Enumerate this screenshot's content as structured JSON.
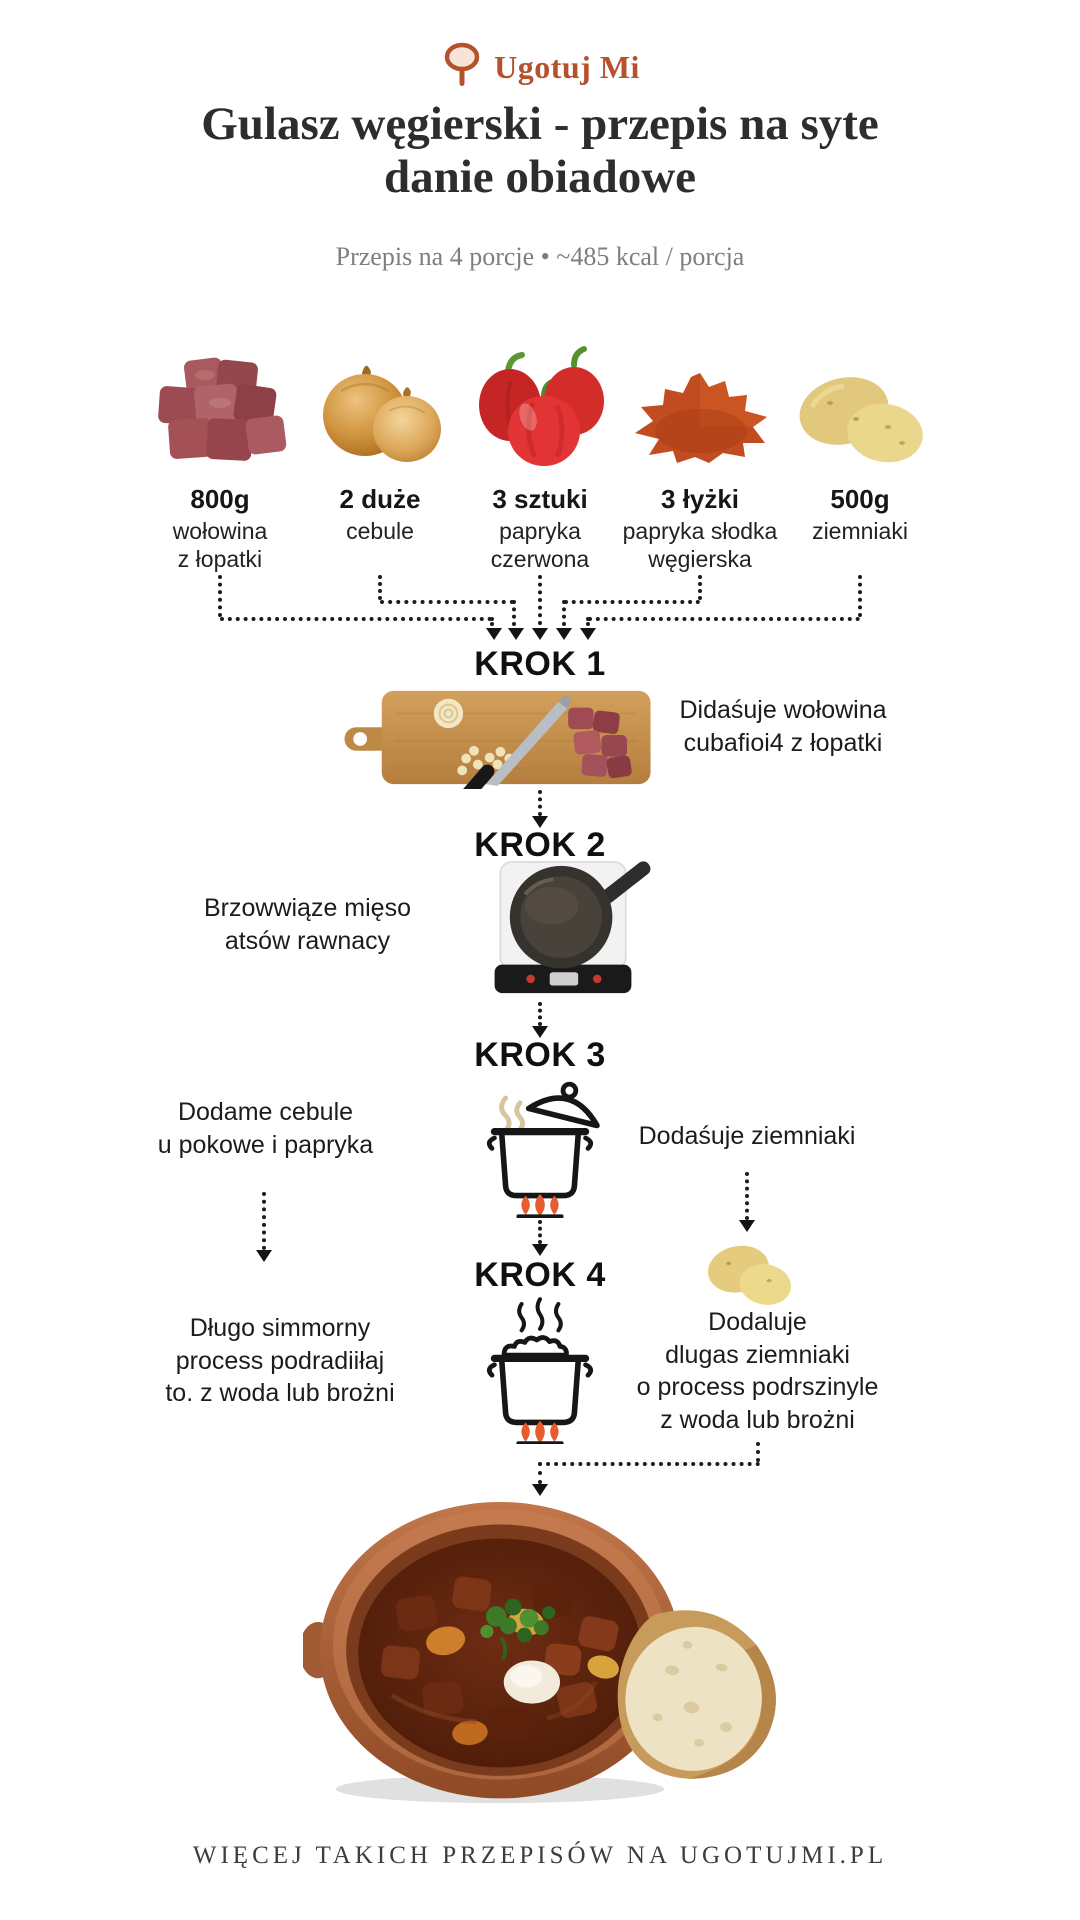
{
  "brand": {
    "name": "Ugotuj Mi",
    "logo_icon": "pan-top-view-icon"
  },
  "header": {
    "title": "Gulasz węgierski - przepis na syte\ndanie obiadowe",
    "subtitle": "Przepis na 4 porcje • ~485 kcal / porcja"
  },
  "ingredients": [
    {
      "qty": "800g",
      "name": "wołowina\nz łopatki",
      "icon": "beef-cubes-icon"
    },
    {
      "qty": "2 duże",
      "name": "cebule",
      "icon": "onions-icon"
    },
    {
      "qty": "3 sztuki",
      "name": "papryka\nczerwona",
      "icon": "red-peppers-icon"
    },
    {
      "qty": "3 łyżki",
      "name": "papryka słodka\nwęgierska",
      "icon": "paprika-powder-icon"
    },
    {
      "qty": "500g",
      "name": "ziemniaki",
      "icon": "potatoes-icon"
    }
  ],
  "steps": [
    {
      "label": "KROK 1",
      "icon": "cutting-board-icon",
      "right_text": "Didaśuje wołowina\ncubafioi4 z łopatki"
    },
    {
      "label": "KROK 2",
      "icon": "pan-on-hob-icon",
      "left_text": "Brzowwiąze mięso\natsów rawnacy"
    },
    {
      "label": "KROK 3",
      "icon": "pot-simmer-icon",
      "left_text": "Dodame cebule\nu pokowe i papryka",
      "right_text": "Dodaśuje ziemniaki"
    },
    {
      "label": "KROK 4",
      "icon": "pot-boiling-icon",
      "left_text": "Długo simmorny\nprocess podradiiłaj\nto. z woda lub brożni",
      "right_text": "Dodaluje\ndlugas ziemniaki\no process podrszinyle\nz woda lub brożni"
    }
  ],
  "footer": {
    "text": "WIĘCEJ TAKICH PRZEPISÓW NA UGOTUJMI.PL"
  },
  "colors": {
    "accent": "#b5512c",
    "flame": "#e65c2c",
    "text": "#1c1c1c",
    "muted": "#7e7e7e"
  }
}
